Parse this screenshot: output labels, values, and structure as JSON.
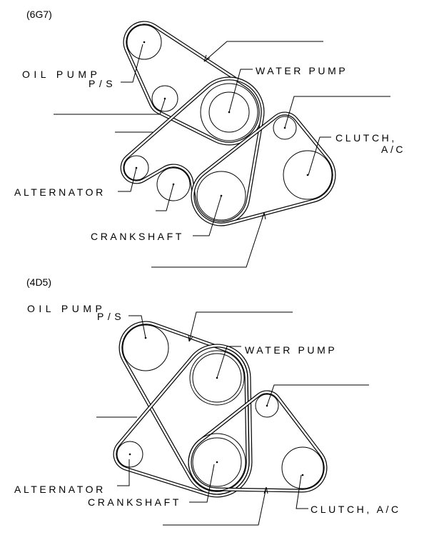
{
  "diagrams": [
    {
      "engine": "(6G7)",
      "labels": {
        "oil_pump": "OIL PUMP",
        "ps": "P/S",
        "water_pump": "WATER PUMP",
        "clutch": "CLUTCH,",
        "ac": "A/C",
        "alternator": "ALTERNATOR",
        "crankshaft": "CRANKSHAFT"
      }
    },
    {
      "engine": "(4D5)",
      "labels": {
        "oil_pump": "OIL PUMP",
        "ps": "P/S",
        "water_pump": "WATER PUMP",
        "alternator": "ALTERNATOR",
        "crankshaft": "CRANKSHAFT",
        "clutch_ac": "CLUTCH, A/C"
      }
    }
  ]
}
